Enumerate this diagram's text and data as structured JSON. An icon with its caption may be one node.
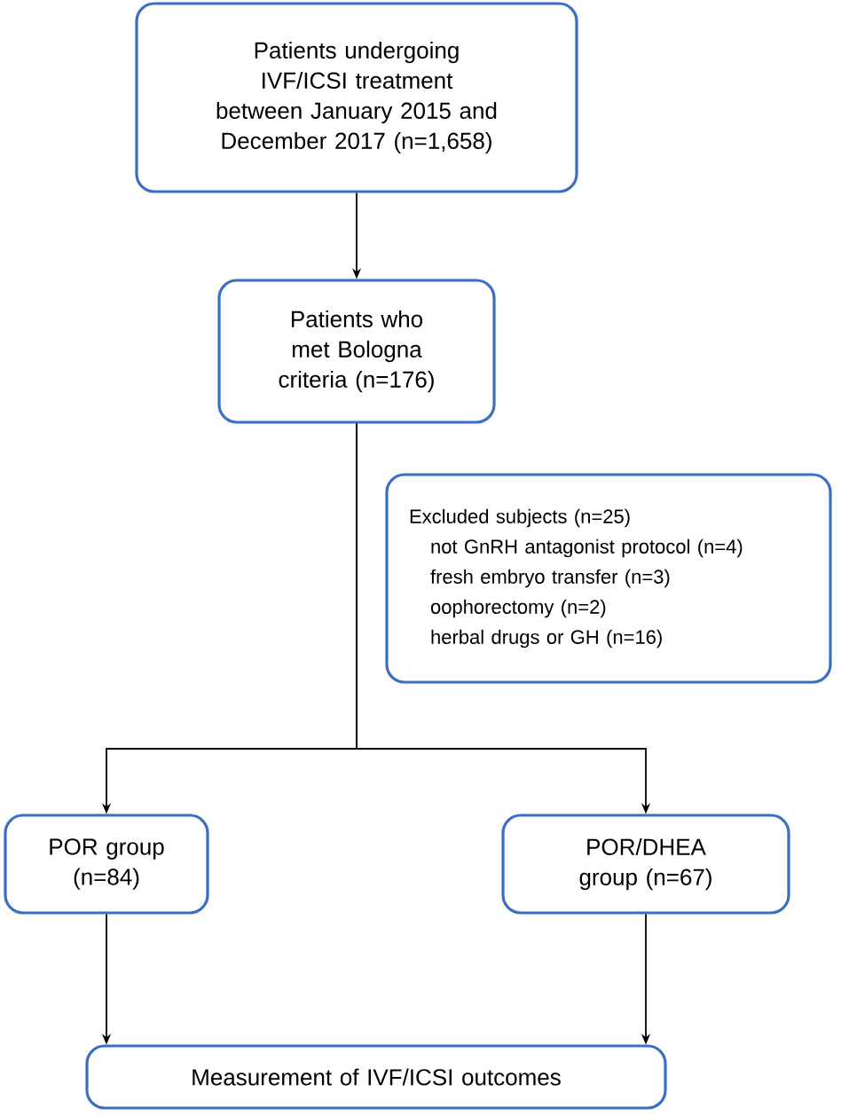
{
  "diagram": {
    "nodes": [
      {
        "text": [
          "Patients undergoing IVF/ICSI treatment between January 2015 and December 2017 (n=1,658)"
        ]
      },
      {
        "text": [
          "Patients who met Bologna criteria (n=176)"
        ]
      },
      {
        "text": [
          "Excluded subjects (n=25)",
          "not GnRH antagonist protocol (n=4)",
          "fresh embryo transfer (n=3)",
          "oophorectomy (n=2)",
          "herbal drugs or GH (n=16)"
        ]
      },
      {
        "text": [
          "POR group (n=84)"
        ]
      },
      {
        "text": [
          "POR/DHEA group (n=67)"
        ]
      },
      {
        "text": [
          "Measurement of IVF/ICSI outcomes"
        ]
      }
    ],
    "edges": [
      {
        "from": 0,
        "to": 1,
        "arrow": "to"
      },
      {
        "from": 1,
        "to": 3,
        "arrow": "to"
      },
      {
        "from": 1,
        "to": 4,
        "arrow": "to"
      },
      {
        "from": 3,
        "to": 5,
        "arrow": "to"
      },
      {
        "from": 4,
        "to": 5,
        "arrow": "to"
      }
    ]
  }
}
